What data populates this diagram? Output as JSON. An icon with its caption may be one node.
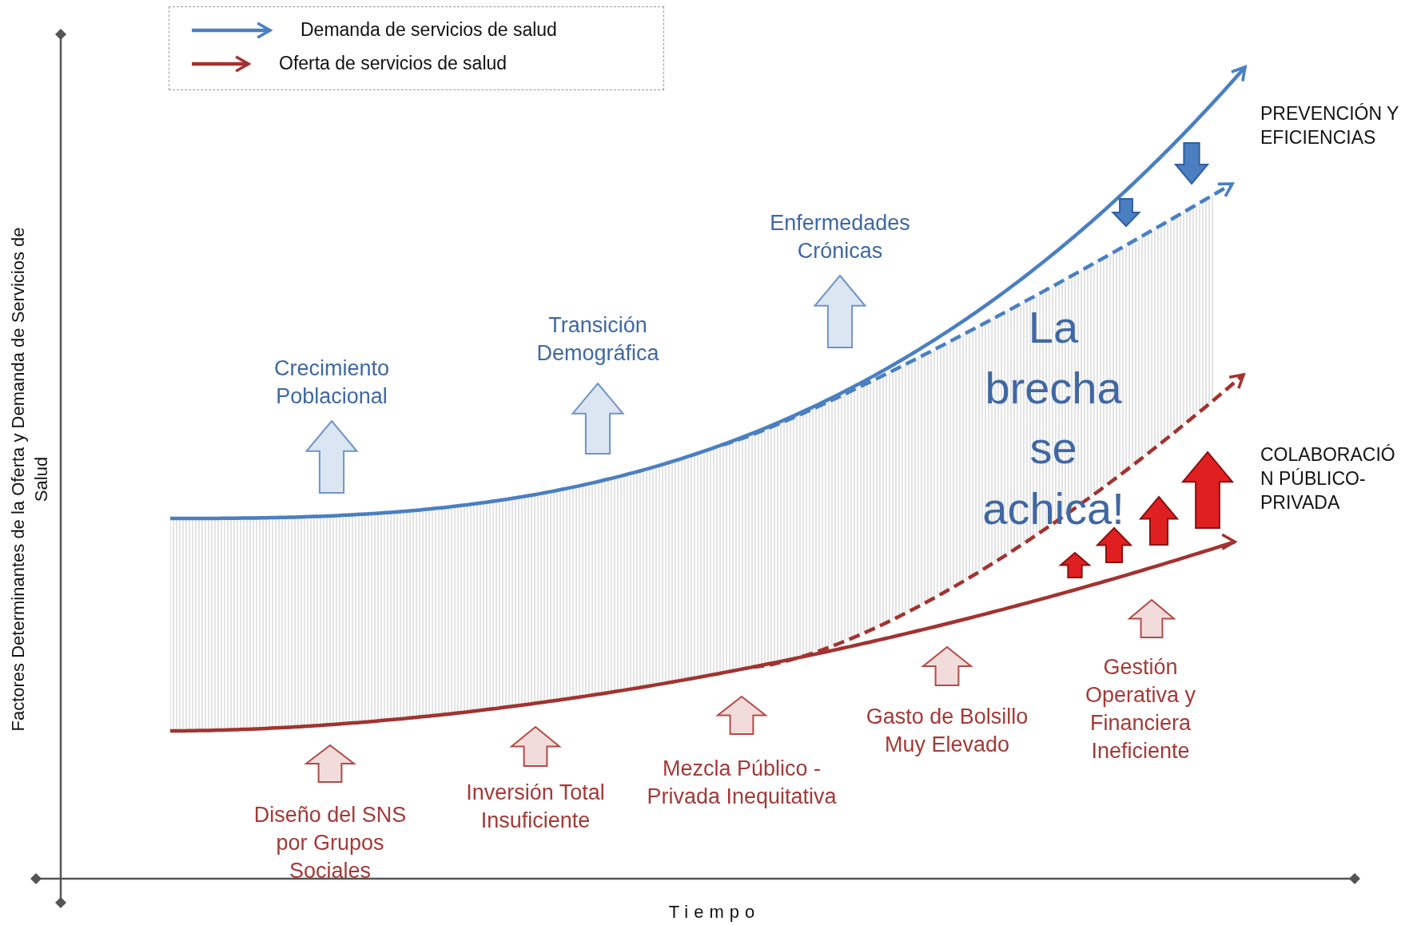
{
  "diagram": {
    "labels": [
      "PREVENCIÓN Y EFICIENCIAS",
      "Enfermedades Crónicas",
      "Transición Demográfica",
      "Crecimiento Poblacional",
      "La brecha se achica!",
      "COLABORACIÓN PÚBLICO-PRIVADA",
      "Gestión Operativa y Financiera Ineficiente",
      "Gasto de Bolsillo Muy Elevado",
      "Mezcla Público - Privada Inequitativa",
      "Inversión Total Insuficiente",
      "Diseño del SNS por Grupos Sociales",
      "Factores Determinantes de la Oferta y Demanda de Servicios de Salud",
      "Tiempo"
    ],
    "legend": [
      {
        "text": "Demanda de servicios de salud"
      },
      {
        "text": "Oferta de servicios de salud"
      }
    ]
  }
}
